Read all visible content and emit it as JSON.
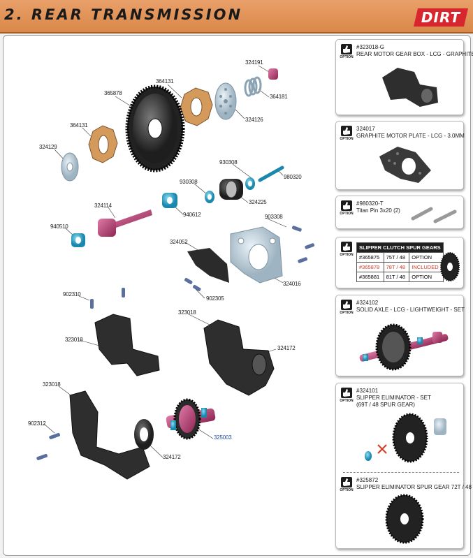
{
  "header": {
    "title": "2. REAR TRANSMISSION",
    "logo_text": "DIRT"
  },
  "labels": {
    "l324191": "324191",
    "l364131a": "364131",
    "l364181": "364181",
    "l365878": "365878",
    "l324126": "324126",
    "l364131b": "364131",
    "l324129": "324129",
    "l930308a": "930308",
    "l980320": "980320",
    "l930308b": "930308",
    "l324225": "324225",
    "l324114": "324114",
    "l940612": "940612",
    "l940510": "940510",
    "l903308": "903308",
    "l324052": "324052",
    "l324016": "324016",
    "l902305": "902305",
    "l902310": "902310",
    "l323018a": "323018",
    "l323018b": "323018",
    "l324172a": "324172",
    "l323018c": "323018",
    "l902312": "902312",
    "l325003": "325003",
    "l324172b": "324172"
  },
  "options": {
    "thumb_label": "OPTION",
    "box1": {
      "line1": "#323018-G",
      "line2": "REAR MOTOR GEAR BOX - LCG - GRAPHITE"
    },
    "box2": {
      "line1": "324017",
      "line2": "GRAPHITE MOTOR PLATE - LCG - 3.0MM"
    },
    "box3": {
      "line1": "#980320-T",
      "line2": "Titan Pin 3x20 (2)"
    },
    "box4": {
      "title": "SLIPPER CLUTCH SPUR GEARS",
      "rows": [
        {
          "part": "#365875",
          "teeth": "75T / 48",
          "status": "OPTION"
        },
        {
          "part": "#365878",
          "teeth": "78T / 48",
          "status": "INCLUDED"
        },
        {
          "part": "#365881",
          "teeth": "81T / 48",
          "status": "OPTION"
        }
      ]
    },
    "box5": {
      "line1": "#324102",
      "line2": "SOLID AXLE - LCG - LIGHTWEIGHT - SET"
    },
    "box6": {
      "line1": "#324101",
      "line2": "SLIPPER ELIMINATOR - SET",
      "line3": "(69T / 48 SPUR GEAR)"
    },
    "box7": {
      "line1": "#325872",
      "line2": "SLIPPER ELIMINATOR SPUR GEAR 72T / 48"
    }
  },
  "colors": {
    "header": "#e0955c",
    "highlight": "#d63b26",
    "link": "#1d4fa8",
    "anodized_blue": "#2ba3c8",
    "pink": "#c03a70",
    "bronze": "#d49a5c"
  }
}
